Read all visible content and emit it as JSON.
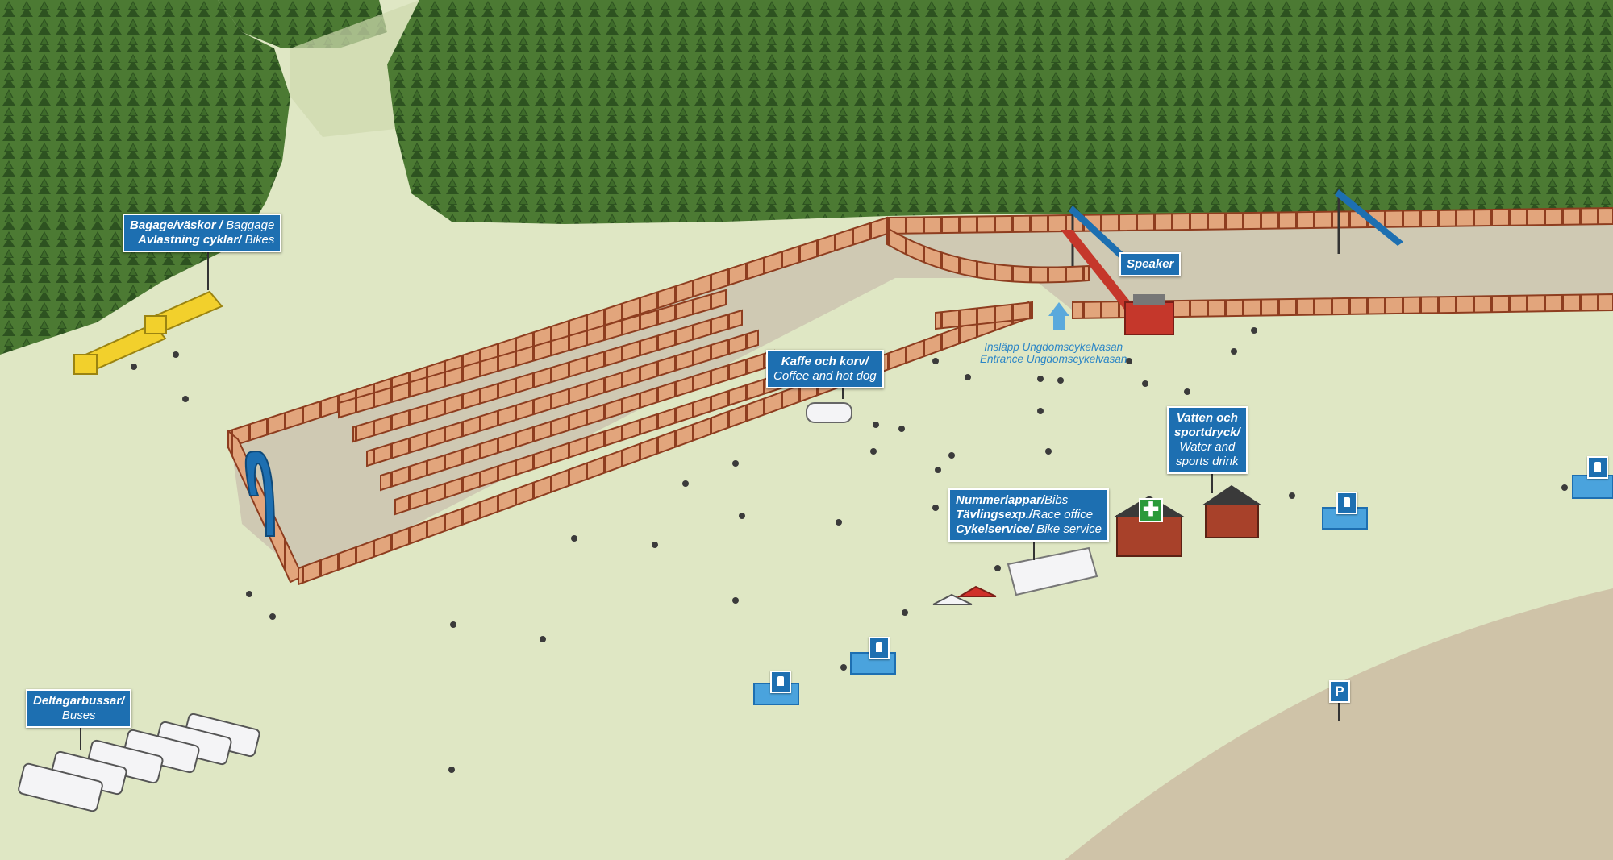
{
  "labels": {
    "baggage": {
      "line1_sv": "Bagage/väskor /",
      "line1_en": " Baggage",
      "line2_sv": "Avlastning cyklar/",
      "line2_en": " Bikes"
    },
    "buses": {
      "line1_sv": "Deltagarbussar/",
      "line2_en": "Buses"
    },
    "coffee": {
      "line1_sv": "Kaffe och korv/",
      "line2_en": "Coffee and hot dog"
    },
    "speaker": {
      "text": "Speaker"
    },
    "entrance": {
      "line1": "Insläpp Ungdomscykelvasan",
      "line2": "Entrance Ungdomscykelvasan"
    },
    "water": {
      "line1_sv": "Vatten och",
      "line2_sv": "sportdryck/",
      "line3_en": "Water and",
      "line4_en": "sports drink"
    },
    "race_office": {
      "line1_sv": "Nummerlappar/",
      "line1_en": "Bibs",
      "line2_sv": "Tävlingsexp./",
      "line2_en": "Race office",
      "line3_sv": "Cykelservice/",
      "line3_en": " Bike service"
    }
  },
  "parking": {
    "text": "P"
  },
  "first_aid": {
    "text": "✚"
  },
  "icons": [
    "toilet-icon",
    "parking-icon",
    "first-aid-icon",
    "arrow-up-icon"
  ],
  "colors": {
    "grass": "#dfe7c4",
    "forest": "#3e6b2a",
    "forest_dark": "#2d5220",
    "fence": "#b0532e",
    "fence_fill": "#e2a57c",
    "arena_ground": "#cfc9b3",
    "label_blue": "#1d6fb1",
    "parking_area": "#cfc3a8",
    "truck_yellow": "#f2d02c",
    "first_aid_green": "#2a9a3a"
  }
}
